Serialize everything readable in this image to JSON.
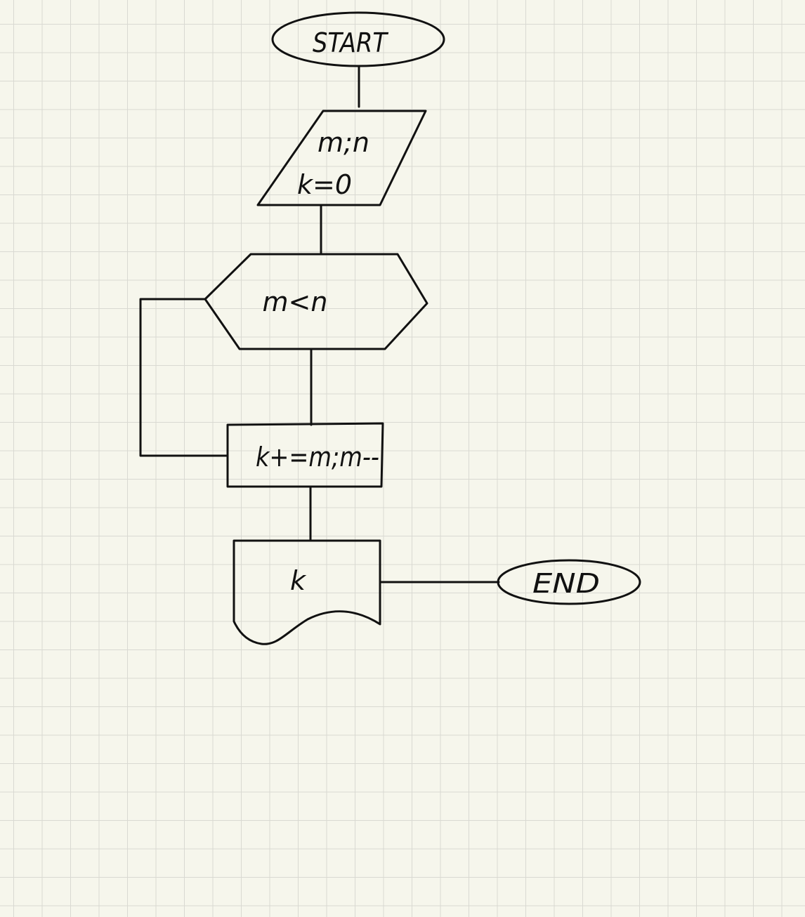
{
  "page": {
    "background": "#f6f6ec",
    "grid_color": "#d9d9d2",
    "ink_color": "#111111"
  },
  "flowchart": {
    "start_label": "START",
    "input_line_1": "m;n",
    "input_line_2": "k=0",
    "condition_label": "m<n",
    "process_label": "k+=m;m--",
    "output_label": "k",
    "end_label": "END"
  }
}
